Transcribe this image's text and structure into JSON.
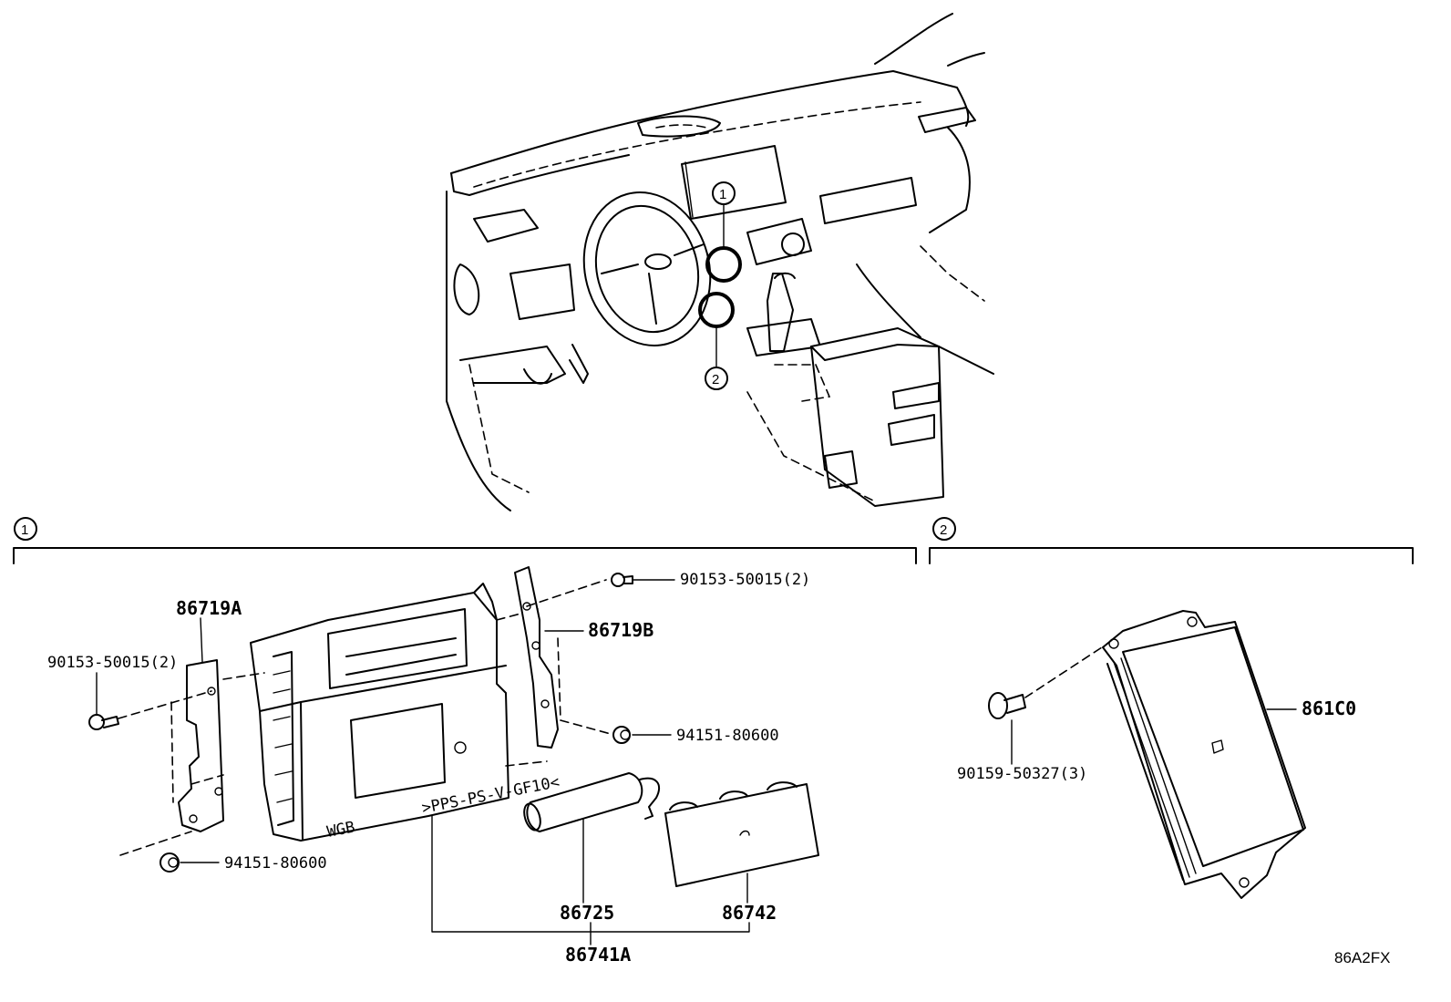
{
  "diagram": {
    "markers": {
      "m1": "1",
      "m2": "2"
    },
    "labels": {
      "p86719A": "86719A",
      "p86719B": "86719B",
      "p90153_left": "90153-50015(2)",
      "p90153_right": "90153-50015(2)",
      "p94151_left": "94151-80600",
      "p94151_right": "94151-80600",
      "p86725": "86725",
      "p86742": "86742",
      "p86741A": "86741A",
      "p861C0": "861C0",
      "p90159": "90159-50327(3)"
    },
    "module_print": ">PPS-PS-V-GF10<",
    "module_stamp": "WGB",
    "drawing_code": "86A2FX"
  }
}
